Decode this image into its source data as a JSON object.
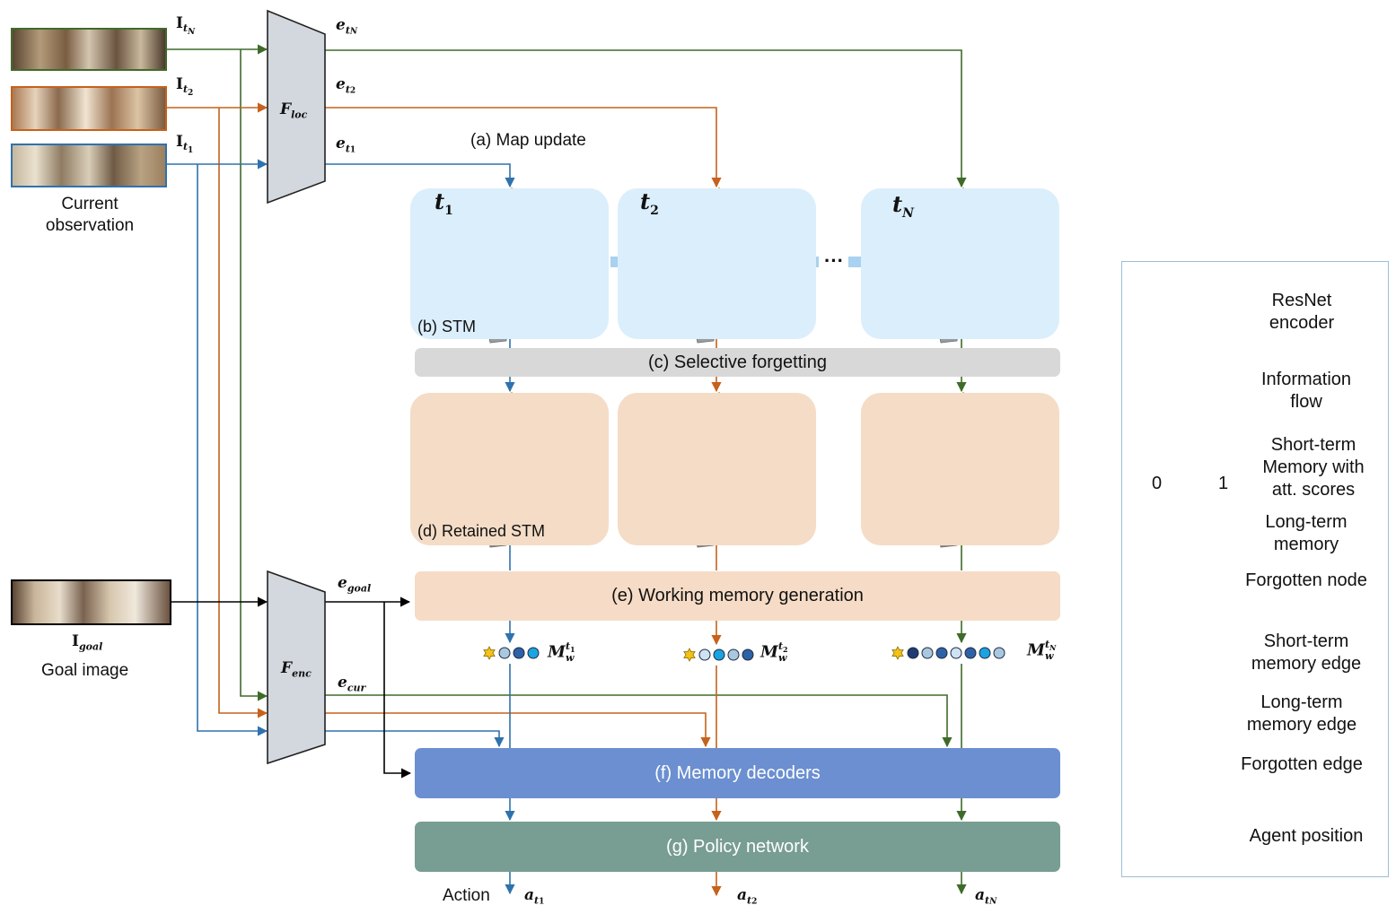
{
  "inputs": {
    "tN": "I",
    "tN_sub": "t",
    "tN_subsub": "N",
    "t2": "I",
    "t2_sub": "t",
    "t2_subsub": "2",
    "t1": "I",
    "t1_sub": "t",
    "t1_subsub": "1",
    "current_observation": "Current observation",
    "goal": "I",
    "goal_sub": "goal",
    "goal_image": "Goal image"
  },
  "encoders": {
    "loc": "F",
    "loc_sub": "loc",
    "enc": "F",
    "enc_sub": "enc"
  },
  "embeddings": {
    "tN": "e",
    "tN_sub": "t",
    "tN_subsub": "N",
    "t2": "e",
    "t2_sub": "t",
    "t2_subsub": "2",
    "t1": "e",
    "t1_sub": "t",
    "t1_subsub": "1",
    "goal": "e",
    "goal_sub": "goal",
    "cur": "e",
    "cur_sub": "cur"
  },
  "stages": {
    "map_update": "(a) Map update",
    "stm": "(b) STM",
    "forgetting": "(c) Selective forgetting",
    "retained": "(d) Retained STM",
    "working_memory": "(e) Working memory generation",
    "decoders": "(f) Memory decoders",
    "policy": "(g) Policy network"
  },
  "time_labels": {
    "t1": "t",
    "t1_sub": "1",
    "t2": "t",
    "t2_sub": "2",
    "tN": "t",
    "tN_sub": "N",
    "ellipsis": "···"
  },
  "memory": {
    "m1": "M",
    "m1_sub": "w",
    "m1_sup": "t",
    "m1_supsub": "1",
    "m2": "M",
    "m2_sub": "w",
    "m2_sup": "t",
    "m2_supsub": "2",
    "mN": "M",
    "mN_sub": "w",
    "mN_sup": "t",
    "mN_supsub": "N"
  },
  "actions": {
    "label": "Action",
    "a1": "a",
    "a1_sub": "t",
    "a1_subsub": "1",
    "a2": "a",
    "a2_sub": "t",
    "a2_subsub": "2",
    "aN": "a",
    "aN_sub": "t",
    "aN_subsub": "N"
  },
  "legend": {
    "resnet": "ResNet encoder",
    "info_flow": "Information flow",
    "stm_scores": "Short-term Memory with att. scores",
    "scale_min": "0",
    "scale_max": "1",
    "ltm": "Long-term memory",
    "forgotten_node": "Forgotten node",
    "stm_edge": "Short-term memory edge",
    "ltm_edge": "Long-term memory edge",
    "forgotten_edge": "Forgotten edge",
    "agent": "Agent position"
  },
  "colors": {
    "green": "#3f6b2a",
    "orange": "#c5621c",
    "blue": "#2f72ad",
    "stm_panel": "#dbeefb",
    "retained_panel": "#f4dcc6",
    "forget_bar": "#d8d8d8",
    "wm_bar": "#f6dcc6",
    "decoder_bar": "#6b8fd0",
    "policy_bar": "#789d92",
    "encoder_fill": "#d3d7de"
  }
}
